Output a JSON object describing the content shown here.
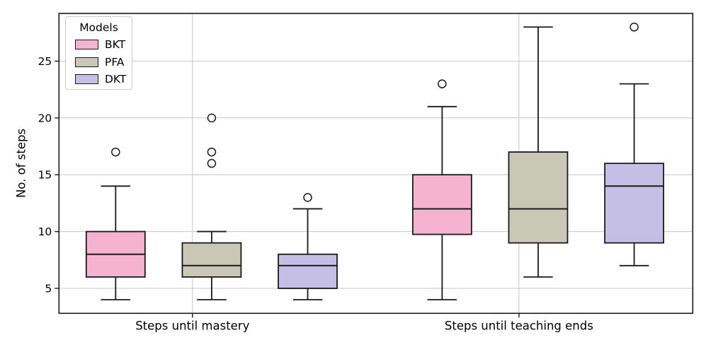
{
  "chart_data": {
    "type": "boxplot",
    "title": "",
    "xlabel": "",
    "ylabel": "No. of steps",
    "categories": [
      "Steps until mastery",
      "Steps until teaching ends"
    ],
    "legend_title": "Models",
    "legend_position": "upper left",
    "grid": true,
    "ylim": [
      2.8,
      29.2
    ],
    "yticks": [
      5,
      10,
      15,
      20,
      25
    ],
    "xlim": [
      -0.59,
      6.01
    ],
    "xticks_pos": [
      0.8,
      4.2
    ],
    "box_positions": [
      [
        0,
        1,
        2
      ],
      [
        3.4,
        4.4,
        5.4
      ]
    ],
    "series": [
      {
        "name": "BKT",
        "color": "#F6B3D1",
        "boxes": [
          {
            "group": "Steps until mastery",
            "whislo": 4,
            "q1": 6,
            "med": 8,
            "q3": 10,
            "whishi": 14,
            "fliers": [
              17
            ]
          },
          {
            "group": "Steps until teaching ends",
            "whislo": 4,
            "q1": 9.75,
            "med": 12,
            "q3": 15,
            "whishi": 21,
            "fliers": [
              23
            ]
          }
        ]
      },
      {
        "name": "PFA",
        "color": "#C9C7B5",
        "boxes": [
          {
            "group": "Steps until mastery",
            "whislo": 4,
            "q1": 6,
            "med": 7,
            "q3": 9,
            "whishi": 10,
            "fliers": [
              16,
              17,
              20
            ]
          },
          {
            "group": "Steps until teaching ends",
            "whislo": 6,
            "q1": 9,
            "med": 12,
            "q3": 17,
            "whishi": 28,
            "fliers": []
          }
        ]
      },
      {
        "name": "DKT",
        "color": "#C6BFE5",
        "boxes": [
          {
            "group": "Steps until mastery",
            "whislo": 4,
            "q1": 5,
            "med": 7,
            "q3": 8,
            "whishi": 12,
            "fliers": [
              13
            ]
          },
          {
            "group": "Steps until teaching ends",
            "whislo": 7,
            "q1": 9,
            "med": 14,
            "q3": 16,
            "whishi": 23,
            "fliers": [
              28
            ]
          }
        ]
      }
    ],
    "style": {
      "edge_color": "#1a1a1a",
      "grid_color": "#cccccc",
      "flier_fill": "#ffffff",
      "background": "#ffffff"
    }
  }
}
